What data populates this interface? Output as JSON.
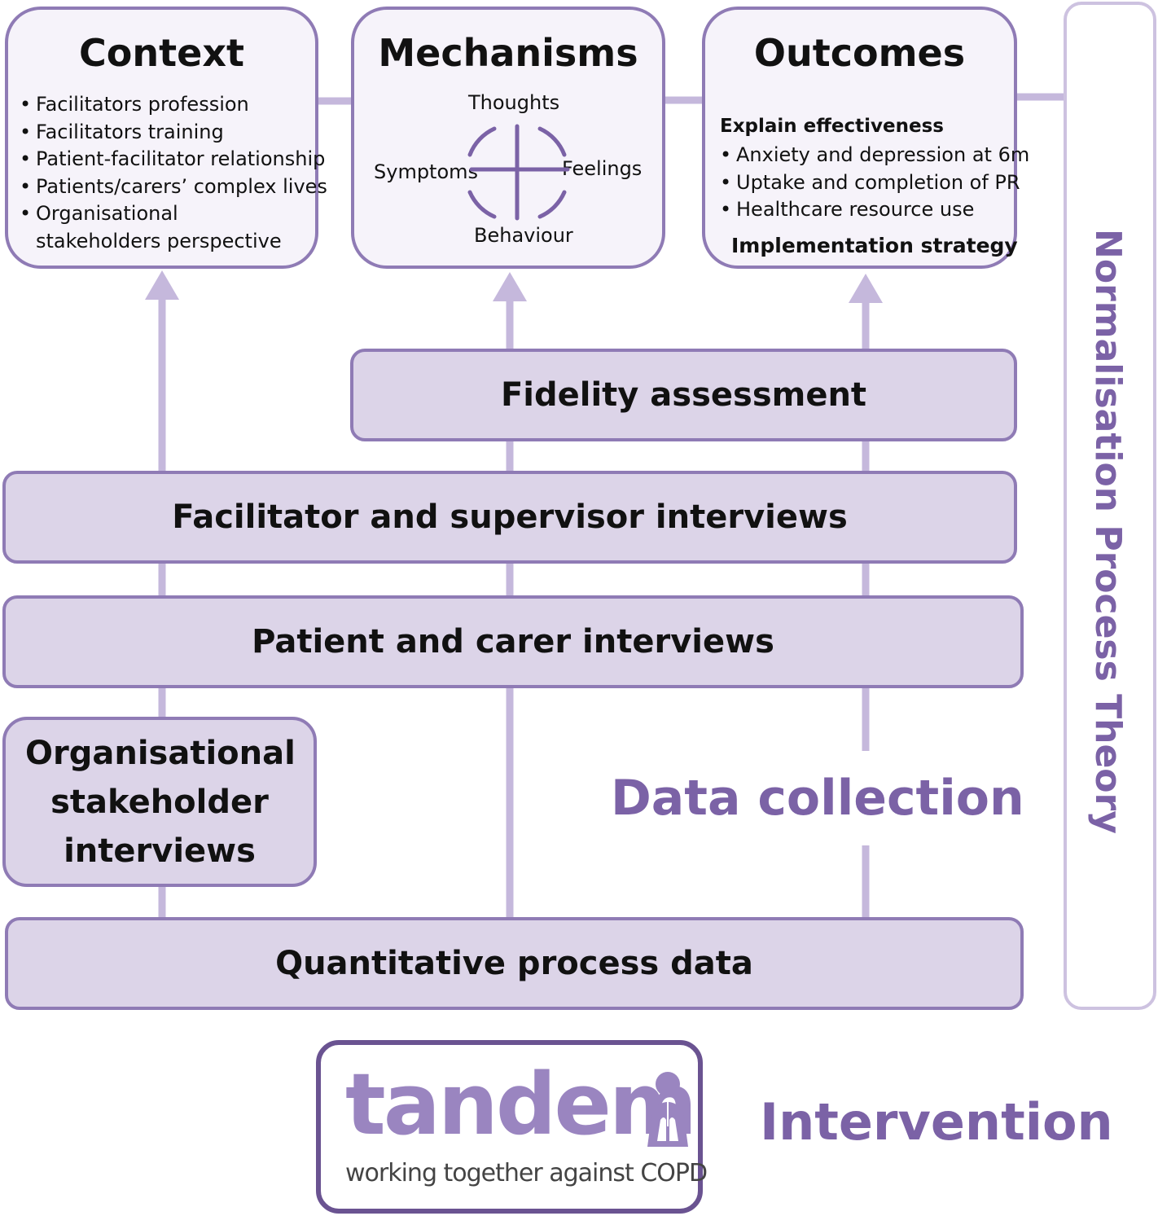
{
  "context": {
    "title": "Context",
    "items": [
      "Facilitators profession",
      "Facilitators training",
      "Patient-facilitator relationship",
      "Patients/carers’ complex lives",
      "Organisational stakeholders perspective"
    ]
  },
  "mechanisms": {
    "title": "Mechanisms",
    "thoughts": "Thoughts",
    "symptoms": "Symptoms",
    "feelings": "Feelings",
    "behaviour": "Behaviour"
  },
  "outcomes": {
    "title": "Outcomes",
    "subheading": "Explain effectiveness",
    "items": [
      "Anxiety and depression at 6m",
      "Uptake and completion of PR",
      "Healthcare resource use"
    ],
    "implementation": "Implementation strategy"
  },
  "bands": {
    "fidelity": "Fidelity assessment",
    "facilitator": "Facilitator and supervisor interviews",
    "patient": "Patient and carer interviews",
    "organisational": "Organisational stakeholder interviews",
    "quantitative": "Quantitative process data"
  },
  "labels": {
    "data_collection": "Data collection",
    "npt": "Normalisation Process Theory",
    "intervention": "Intervention"
  },
  "logo": {
    "wordmark": "tandem",
    "tagline": "working together against COPD"
  },
  "colors": {
    "accent": "#8f7bb5",
    "band_fill": "#dcd4e8",
    "arrow": "#c5b8dc",
    "label_purple": "#7b62a6"
  }
}
